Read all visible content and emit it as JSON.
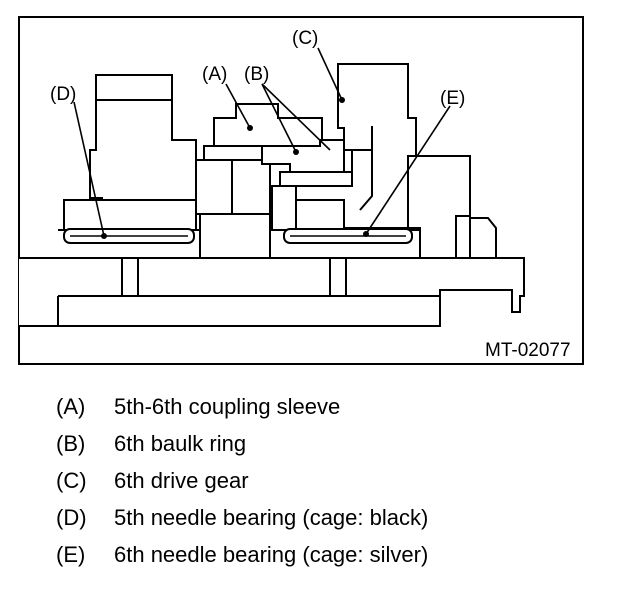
{
  "figure": {
    "code": "MT-02077",
    "callouts": {
      "a": "(A)",
      "b": "(B)",
      "c": "(C)",
      "d": "(D)",
      "e": "(E)"
    }
  },
  "legend": [
    {
      "letter": "(A)",
      "text": "5th-6th coupling sleeve"
    },
    {
      "letter": "(B)",
      "text": "6th baulk ring"
    },
    {
      "letter": "(C)",
      "text": "6th drive gear"
    },
    {
      "letter": "(D)",
      "text": "5th needle bearing (cage: black)"
    },
    {
      "letter": "(E)",
      "text": "6th needle bearing (cage: silver)"
    }
  ]
}
